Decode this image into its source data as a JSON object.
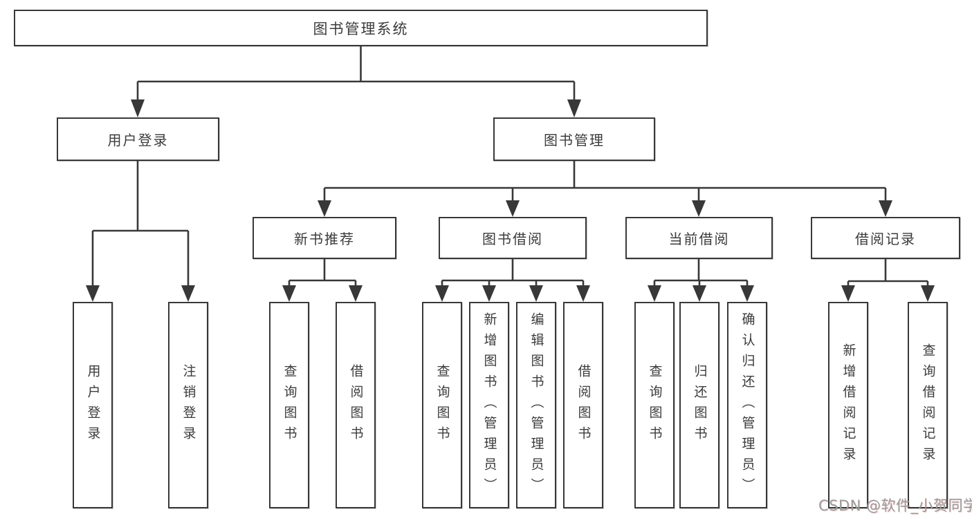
{
  "diagram": {
    "title": "图书管理系统",
    "nodes": {
      "root": {
        "label": "图书管理系统"
      },
      "l2": [
        {
          "label": "用户登录"
        },
        {
          "label": "图书管理"
        }
      ],
      "l3": [
        {
          "label": "新书推荐"
        },
        {
          "label": "图书借阅"
        },
        {
          "label": "当前借阅"
        },
        {
          "label": "借阅记录"
        }
      ],
      "leaves": [
        {
          "label": "用户登录",
          "parent": "用户登录"
        },
        {
          "label": "注销登录",
          "parent": "用户登录"
        },
        {
          "label": "查询图书",
          "parent": "新书推荐"
        },
        {
          "label": "借阅图书",
          "parent": "新书推荐"
        },
        {
          "label": "查询图书",
          "parent": "图书借阅"
        },
        {
          "label": "新增图书（管理员）",
          "parent": "图书借阅"
        },
        {
          "label": "编辑图书（管理员）",
          "parent": "图书借阅"
        },
        {
          "label": "借阅图书",
          "parent": "图书借阅"
        },
        {
          "label": "查询图书",
          "parent": "当前借阅"
        },
        {
          "label": "归还图书",
          "parent": "当前借阅"
        },
        {
          "label": "确认归还（管理员）",
          "parent": "当前借阅"
        },
        {
          "label": "新增借阅记录",
          "parent": "借阅记录"
        },
        {
          "label": "查询借阅记录",
          "parent": "借阅记录"
        }
      ]
    },
    "colors": {
      "line": "#383838",
      "box_border": "#383838",
      "text": "#3b3b3b",
      "background": "#ffffff",
      "watermark_text": "#9b9b9b"
    }
  },
  "watermark": {
    "text": "CSDN @软件_小贺同学"
  }
}
